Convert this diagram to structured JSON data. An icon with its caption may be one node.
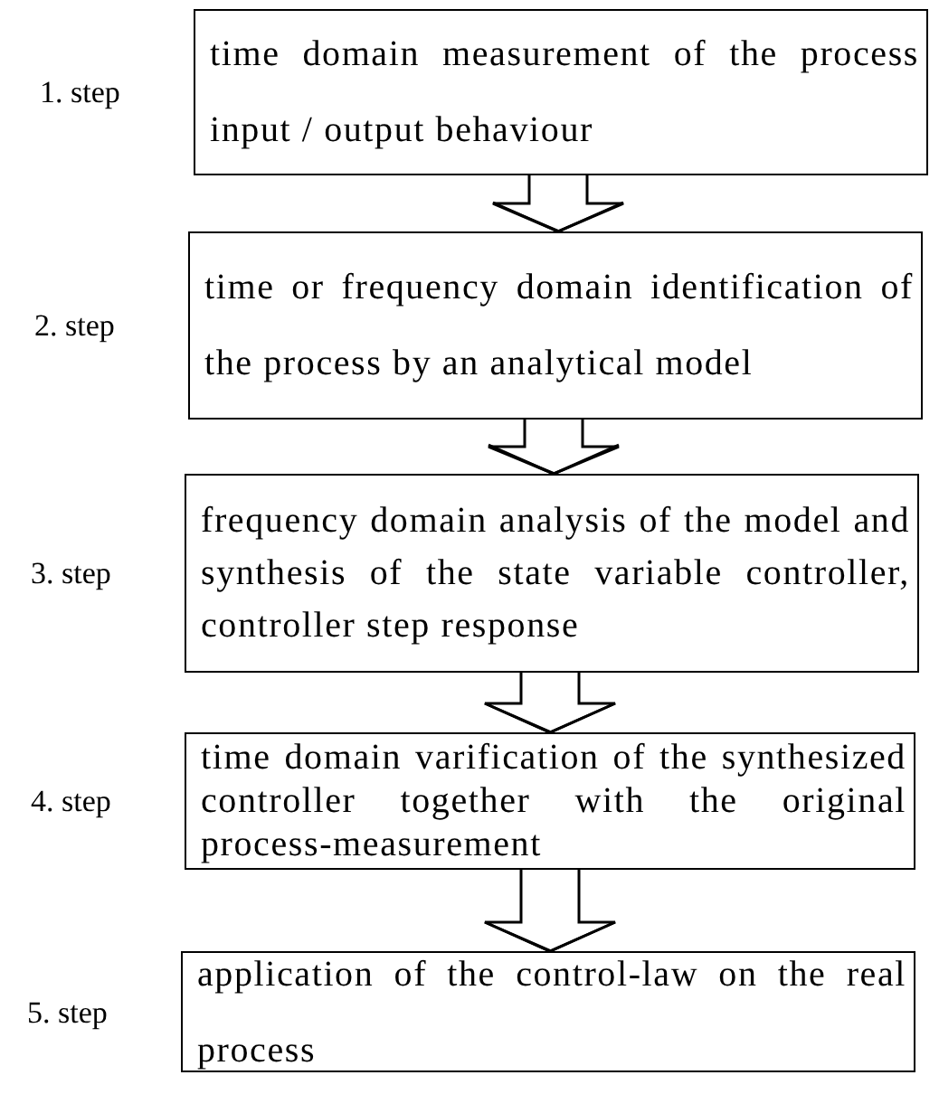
{
  "diagram": {
    "nodes": [
      {
        "text": [
          "time domain measurement of the process input / output behaviour"
        ],
        "beside": [
          "1. step"
        ]
      },
      {
        "text": [
          "time or frequency domain identification of the process by an analytical model"
        ],
        "beside": [
          "2. step"
        ]
      },
      {
        "text": [
          "frequency domain analysis of the model and synthesis of the state variable controller, controller step response"
        ],
        "beside": [
          "3. step"
        ]
      },
      {
        "text": [
          "time domain varification of the synthesized controller together with the original process-measurement"
        ],
        "beside": [
          "4. step"
        ]
      },
      {
        "text": [
          "application of the control-law on the real process"
        ],
        "beside": [
          "5. step"
        ]
      }
    ],
    "edges": [
      {
        "from": 0,
        "to": 1,
        "arrow": "to"
      },
      {
        "from": 1,
        "to": 2,
        "arrow": "to"
      },
      {
        "from": 2,
        "to": 3,
        "arrow": "to"
      },
      {
        "from": 3,
        "to": 4,
        "arrow": "to"
      }
    ]
  }
}
